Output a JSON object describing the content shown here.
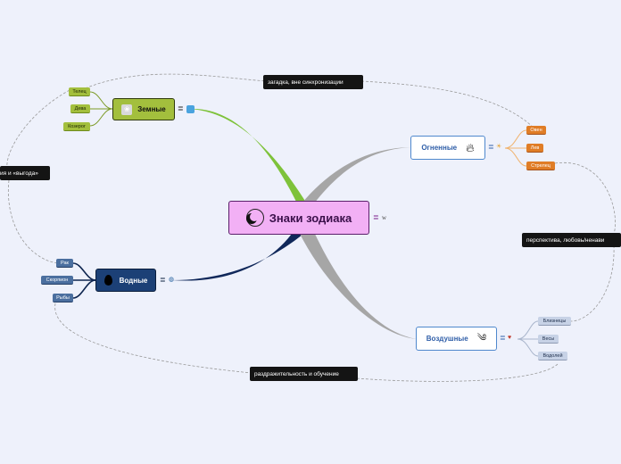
{
  "central": {
    "label": "Знаки зодиака",
    "icon": "moon-icon",
    "extra_icon": "w"
  },
  "branches": {
    "earth": {
      "label": "Земные",
      "leaves": [
        "Телец",
        "Дева",
        "Козерог"
      ]
    },
    "water": {
      "label": "Водные",
      "leaves": [
        "Рак",
        "Скорпион",
        "Рыбы"
      ]
    },
    "fire": {
      "label": "Огненные",
      "leaves": [
        "Овен",
        "Лев",
        "Стрелец"
      ]
    },
    "air": {
      "label": "Воздушные",
      "leaves": [
        "Близнецы",
        "Весы",
        "Водолей"
      ]
    }
  },
  "relationships": [
    {
      "label": "загадка, вне синхронизации"
    },
    {
      "label": "ия и «выгода»"
    },
    {
      "label": "перспектива, любовь/ненави"
    },
    {
      "label": "раздражительность и обучение"
    }
  ],
  "colors": {
    "central": "#f2b0f5",
    "earth": "#a3bf3d",
    "water": "#1c4076",
    "fire_leaf": "#e07d26",
    "air_leaf": "#c7d2e6",
    "branch_gray": "#a6a6a6"
  }
}
